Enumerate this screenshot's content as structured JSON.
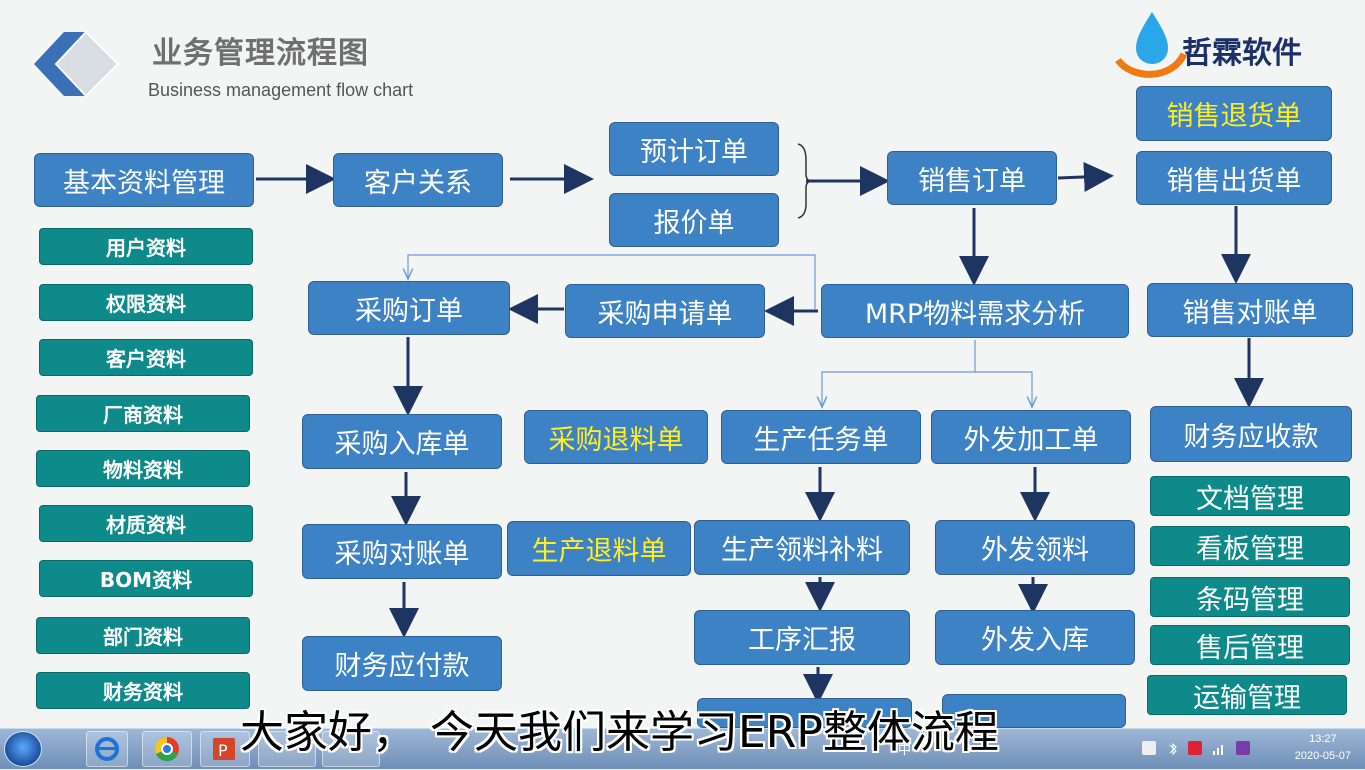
{
  "header": {
    "title": "业务管理流程图",
    "subtitle": "Business  management  flow chart",
    "brand": "哲霖软件"
  },
  "flow": {
    "basic": "基本资料管理",
    "customer_relation": "客户关系",
    "forecast_order": "预计订单",
    "quotation": "报价单",
    "sales_order": "销售订单",
    "sales_return": "销售退货单",
    "sales_delivery": "销售出货单",
    "sales_reconcile": "销售对账单",
    "receivable": "财务应收款",
    "mrp": "MRP物料需求分析",
    "purchase_request": "采购申请单",
    "purchase_order": "采购订单",
    "purchase_inbound": "采购入库单",
    "purchase_return": "采购退料单",
    "purchase_reconcile": "采购对账单",
    "payable": "财务应付款",
    "production_return": "生产退料单",
    "production_task": "生产任务单",
    "production_pick": "生产领料补料",
    "process_report": "工序汇报",
    "outsource_order": "外发加工单",
    "outsource_pick": "外发领料",
    "outsource_inbound": "外发入库"
  },
  "left_list": [
    "用户资料",
    "权限资料",
    "客户资料",
    "厂商资料",
    "物料资料",
    "材质资料",
    "BOM资料",
    "部门资料",
    "财务资料"
  ],
  "right_list": [
    "文档管理",
    "看板管理",
    "条码管理",
    "售后管理",
    "运输管理"
  ],
  "caption": "大家好，  今天我们来学习ERP整体流程",
  "taskbar": {
    "time": "13:27",
    "date": "2020-05-07",
    "ime": "中"
  },
  "colors": {
    "box": "#3e82c6",
    "teal": "#0e8a8a",
    "arrow": "#1f3561",
    "highlight": "#ffee22"
  }
}
